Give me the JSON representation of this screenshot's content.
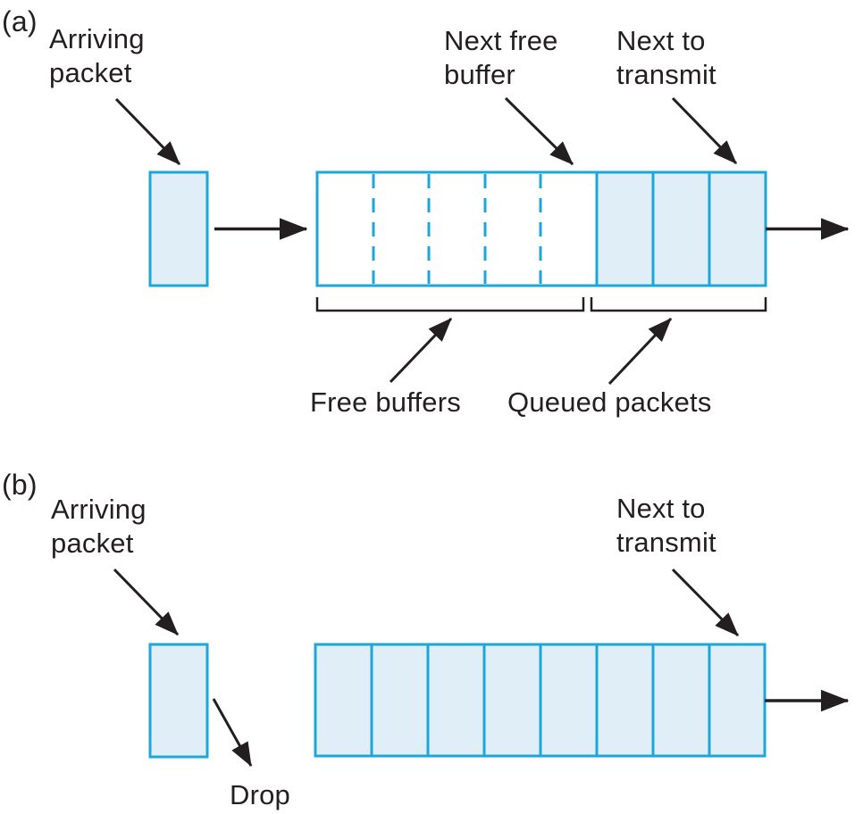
{
  "figure": {
    "type": "packet-queueing-diagram",
    "description": "Output port packet buffering: (a) queue with free buffers available, (b) full queue causing an arriving packet to be dropped"
  },
  "colors": {
    "cell_fill": "#E0EEF7",
    "cell_border": "#1BA7DB",
    "line": "#231F20",
    "background": "#FFFFFF"
  },
  "section_a": {
    "tag": "(a)",
    "labels": {
      "arriving_packet": "Arriving\npacket",
      "next_free_buffer": "Next free\nbuffer",
      "next_to_transmit": "Next to\ntransmit",
      "free_buffers": "Free buffers",
      "queued_packets": "Queued packets"
    },
    "queue": {
      "total_cells": 8,
      "free_cells": 5,
      "queued_cells": 3,
      "free_separator_style": "dashed",
      "queued_separator_style": "solid"
    }
  },
  "section_b": {
    "tag": "(b)",
    "labels": {
      "arriving_packet": "Arriving\npacket",
      "next_to_transmit": "Next to\ntransmit",
      "drop": "Drop"
    },
    "queue": {
      "total_cells": 8,
      "queued_cells": 8,
      "separator_style": "solid"
    }
  }
}
